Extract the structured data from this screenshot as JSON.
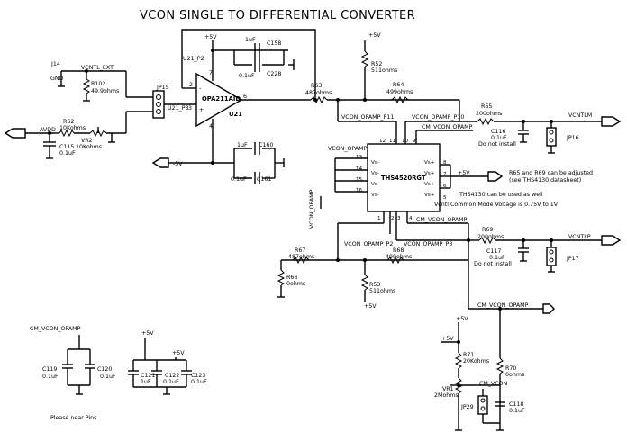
{
  "title": "VCON SINGLE TO DIFFERENTIAL CONVERTER",
  "labels": {
    "vdd_plus5": "+5V",
    "vee_minus5": "-5V",
    "u21_p2": "U21_P2",
    "u21_p3": "U21_P3",
    "opamp_name": "OPA211AID",
    "opamp_ref": "U21",
    "c158_val": "1uF",
    "c158_ref": "C158",
    "c228_val": "0.1uF",
    "c228_ref": "C228",
    "c160_val": "1uF",
    "c160_ref": "C160",
    "c161_val": "0.1uF",
    "c161_ref": "C161",
    "j14_ref": "J14",
    "gnd": "GND",
    "vcntl_ext": "VCNTL_EXT",
    "r102_ref": "R102",
    "r102_val": "49.9ohms",
    "jp15": "JP15",
    "r62_ref": "R62",
    "r62_val": "10Kohms",
    "avdd": "AVDD",
    "vr2_ref": "VR2",
    "vr2_val": "10Kohms",
    "c115_ref": "C115",
    "c115_val": "0.1uF",
    "r52_ref": "R52",
    "r52_val": "511ohms",
    "r63_ref": "R63",
    "r63_val": "487ohms",
    "r64_ref": "R64",
    "r64_val": "499ohms",
    "r65_ref": "R65",
    "r65_val": "200ohms",
    "net_p11": "VCON_OPAMP_P11",
    "net_p10": "VCON_OPAMP_P10",
    "net_vcntlm": "VCNTLM",
    "c116_ref": "C116",
    "c116_val": "0.1uF",
    "dni": "Do not install",
    "jp16": "JP16",
    "cm_vcon_opamp": "CM_VCON_OPAMP",
    "vcon_opamp": "VCON_OPAMP",
    "ths_name": "THS4520RGT",
    "note_r65_r69_a": "R65 and R69 can be adjusted",
    "note_r65_r69_b": "(see THS4130 datasheet)",
    "note_ths4130": "THS4130 can be used as well",
    "note_cm": "Vcntl Common Mode Voltage is 0.75V to 1V",
    "r69_ref": "R69",
    "r69_val": "200ohms",
    "net_vcntlp": "VCNTLP",
    "c117_ref": "C117",
    "c117_val": "0.1uF",
    "jp17": "JP17",
    "r67_ref": "R67",
    "r67_val": "487ohms",
    "r68_ref": "R68",
    "r68_val": "499ohms",
    "net_p2": "VCON_OPAMP_P2",
    "net_p3": "VCON_OPAMP_P3",
    "r66_ref": "R66",
    "r66_val": "0ohms",
    "r53_ref": "R53",
    "r53_val": "511ohms",
    "r71_ref": "R71",
    "r71_val": "20Kohms",
    "vr1_ref": "VR1",
    "vr1_val": "2Mohms",
    "r70_ref": "R70",
    "r70_val": "0ohms",
    "cm_vcon": "CM_VCON",
    "jp29": "JP29",
    "c118_ref": "C118",
    "c118_val": "0.1uF",
    "c119_ref": "C119",
    "c119_val": "0.1uF",
    "c120_ref": "C120",
    "c120_val": "0.1uF",
    "c121_ref": "C121",
    "c121_val": "1uF",
    "c122_ref": "C122",
    "c122_val": "0.1uF",
    "c123_ref": "C123",
    "c123_val": "0.1uF",
    "near_pins": "Please near Pins",
    "pin_vs_minus": "Vs-",
    "pin_vs_plus": "Vs+",
    "pins": {
      "p1": "1",
      "p2": "2",
      "p3": "3",
      "p4": "4",
      "p5": "5",
      "p6": "6",
      "p7": "7",
      "p8": "8",
      "p9": "9",
      "p10": "10",
      "p11": "11",
      "p12": "12",
      "p13": "13",
      "p14": "14",
      "p15": "15",
      "p16": "16"
    }
  }
}
